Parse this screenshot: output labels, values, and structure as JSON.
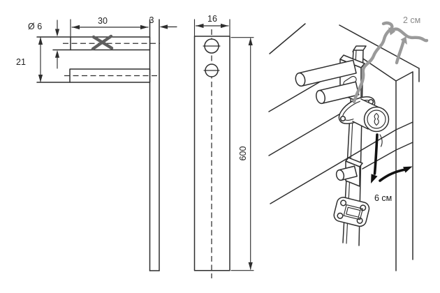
{
  "drawing": {
    "kind": "furniture cam-lock locking strip installation drawing",
    "views": {
      "side_view": {
        "dim_pin_diameter": "Ø 6",
        "dim_pin_length": "30",
        "dim_strip_thickness": "3",
        "dim_pin_span": "21"
      },
      "front_view": {
        "dim_strip_width": "16",
        "dim_strip_length": "600"
      },
      "assembly_view": {
        "note_top_gap": "2 см",
        "note_lock_distance": "6 см"
      }
    },
    "colors": {
      "line": "#2e2e2e",
      "background": "#ffffff",
      "sketch_grey": "#9a9a9a",
      "x_mark_grey": "#5f5f5f",
      "annotation_black": "#111111",
      "note_text_grey": "#8a8a8a"
    }
  }
}
